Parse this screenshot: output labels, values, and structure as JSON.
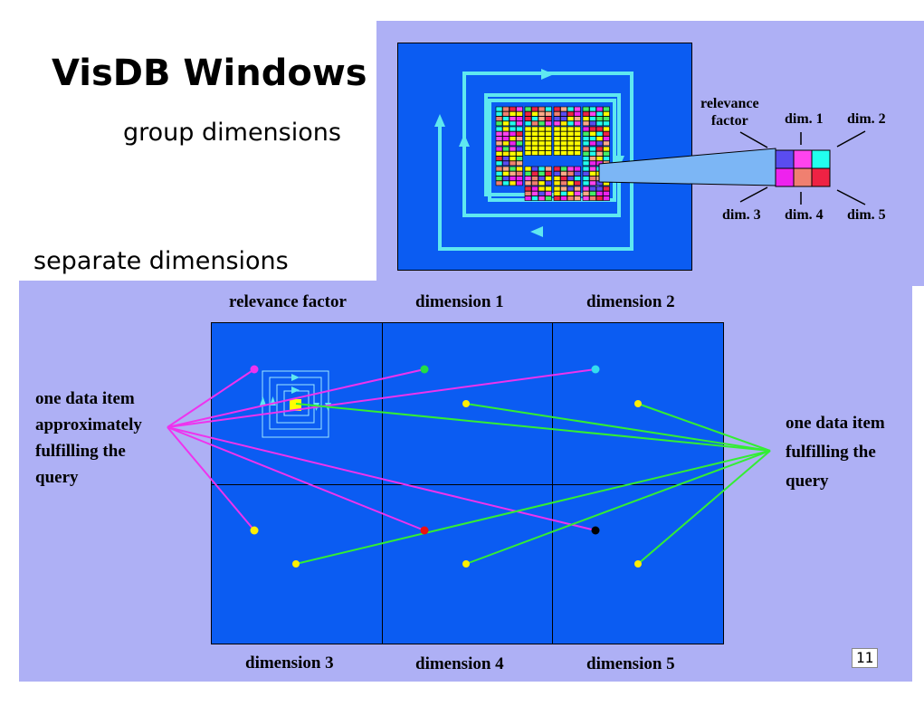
{
  "slide": {
    "title": "VisDB Windows",
    "subtitle_group": "group dimensions",
    "subtitle_separate": "separate dimensions",
    "page_number": "11"
  },
  "group_view": {
    "labels": {
      "relevance_factor": "relevance\nfactor",
      "dim1": "dim. 1",
      "dim2": "dim. 2",
      "dim3": "dim. 3",
      "dim4": "dim. 4",
      "dim5": "dim. 5"
    },
    "pixel_colors": [
      "#5a4cf0",
      "#ff44ee",
      "#22ffee",
      "#ee22ee",
      "#f08070",
      "#ee2244"
    ]
  },
  "separate_view": {
    "cell_labels": {
      "relevance_factor": "relevance factor",
      "dimension_1": "dimension 1",
      "dimension_2": "dimension 2",
      "dimension_3": "dimension 3",
      "dimension_4": "dimension 4",
      "dimension_5": "dimension 5"
    },
    "left_annotation": "one data item approximately fulfilling the query",
    "right_annotation": "one data item fulfilling the query"
  },
  "colors": {
    "panel_background": "#aeb0f5",
    "window_blue": "#0b5cf2",
    "spiral_cyan": "#5fe8f0",
    "approx_line": "#ee33ee",
    "fulfill_line": "#33ee33",
    "highlight": "#ffff00"
  }
}
